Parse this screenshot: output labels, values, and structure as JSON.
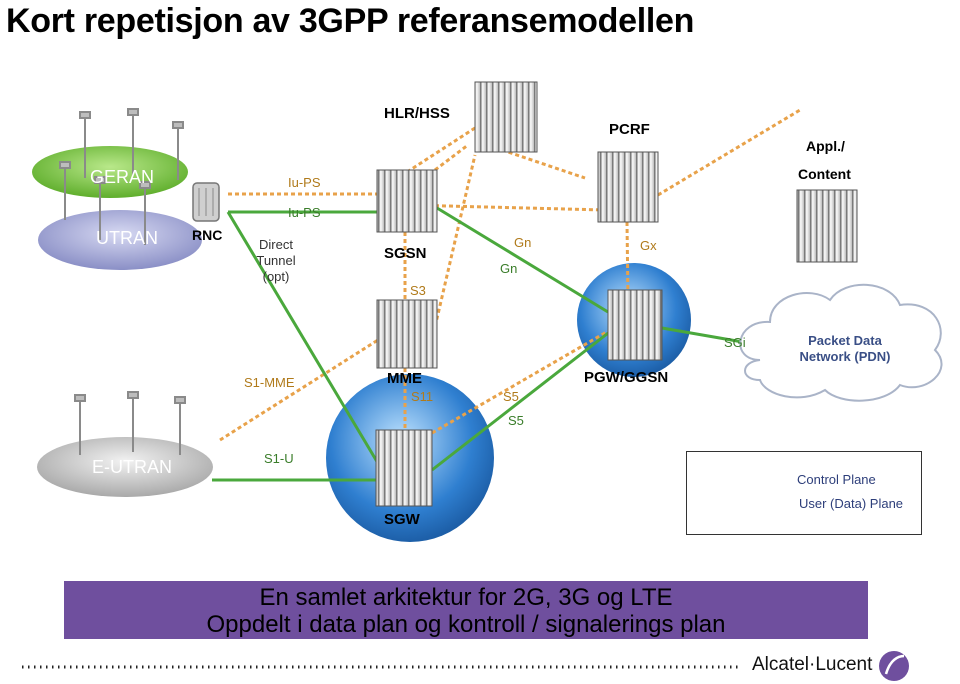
{
  "title": "Kort repetisjon av 3GPP referansemodellen",
  "nodes": {
    "geran": "GERAN",
    "utran": "UTRAN",
    "eutran": "E-UTRAN",
    "rnc": "RNC",
    "hlr_hss": "HLR/HSS",
    "pcrf": "PCRF",
    "appl_line1": "Appl./",
    "appl_line2": "Content",
    "sgsn": "SGSN",
    "mme": "MME",
    "sgw": "SGW",
    "pgw": "PGW/GGSN",
    "pdn_line1": "Packet Data",
    "pdn_line2": "Network (PDN)"
  },
  "interfaces": {
    "iu_ps_1": "Iu-PS",
    "iu_ps_2": "Iu-PS",
    "direct_tunnel_1": "Direct",
    "direct_tunnel_2": "Tunnel",
    "direct_tunnel_3": "(opt)",
    "s3": "S3",
    "gn_1": "Gn",
    "gn_2": "Gn",
    "gx": "Gx",
    "sgi": "SGi",
    "s1_mme": "S1-MME",
    "s11": "S11",
    "s5_1": "S5",
    "s5_2": "S5",
    "s1_u": "S1-U"
  },
  "legend": {
    "control": "Control Plane",
    "user": "User (Data) Plane"
  },
  "banner": {
    "line1": "En samlet arkitektur for 2G, 3G og LTE",
    "line2": "Oppdelt i data plan og kontroll / signalerings plan"
  },
  "brand": "Alcatel·Lucent",
  "colors": {
    "control_plane": "#e8a24a",
    "user_plane": "#4aa83c",
    "banner": "#6f4f9e",
    "sgw_circle": "#2f7fd0",
    "pgw_circle": "#2f7fd0"
  }
}
